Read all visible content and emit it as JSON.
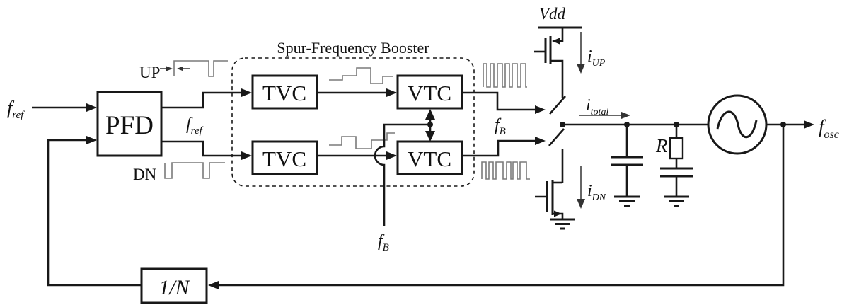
{
  "diagram": {
    "booster_title": "Spur-Frequency Booster",
    "blocks": {
      "pfd": "PFD",
      "tvc_top": "TVC",
      "tvc_bottom": "TVC",
      "vtc_top": "VTC",
      "vtc_bottom": "VTC",
      "divider": "1/N"
    },
    "labels": {
      "f_ref_in": {
        "base": "f",
        "sub": "ref"
      },
      "f_ref_mid": {
        "base": "f",
        "sub": "ref"
      },
      "up": "UP",
      "dn": "DN",
      "f_b_switch": {
        "base": "f",
        "sub": "B"
      },
      "f_b_bottom": {
        "base": "f",
        "sub": "B"
      },
      "vdd": "Vdd",
      "i_up": {
        "base": "i",
        "sub": "UP"
      },
      "i_dn": {
        "base": "i",
        "sub": "DN"
      },
      "i_total": {
        "base": "i",
        "sub": "total"
      },
      "resistor": "R",
      "f_osc": {
        "base": "f",
        "sub": "osc"
      }
    },
    "colors": {
      "line": "#181818",
      "waveform": "#7a7a7a",
      "background": "#ffffff"
    }
  }
}
